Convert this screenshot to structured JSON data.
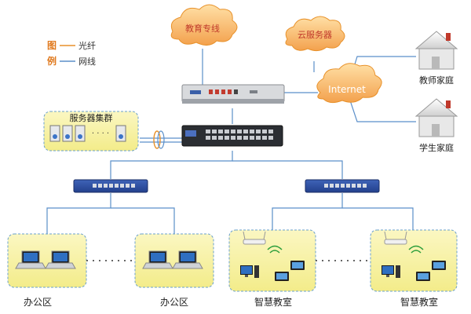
{
  "legend": {
    "title_top": "图",
    "title_bottom": "例",
    "fiber": "光纤",
    "cable": "网线"
  },
  "clouds": {
    "education": "教育专线",
    "cloud_server": "云服务器",
    "internet": "Internet"
  },
  "server_cluster": {
    "label": "服务器集群",
    "dots": "· · · ·"
  },
  "homes": {
    "teacher": "教师家庭",
    "student": "学生家庭"
  },
  "zones": [
    {
      "label": "办公区"
    },
    {
      "label": "办公区"
    },
    {
      "label": "智慧教室"
    },
    {
      "label": "智慧教室"
    }
  ],
  "colors": {
    "fiber_line": "#e8912a",
    "cable_line": "#5b8fc9",
    "cloud_text": "#c0392b",
    "legend_title": "#e07a1f",
    "zone_fill": "#f8f3a8",
    "zone_border": "#6aa0cc",
    "cluster_fill": "#f8f3a8"
  },
  "icons": {
    "router": "router-icon",
    "core_switch": "core-switch-icon",
    "access_switch": "access-switch-icon",
    "server": "server-icon",
    "house": "house-icon",
    "laptop": "laptop-icon",
    "wifi_ap": "wifi-ap-icon",
    "desktop": "desktop-icon",
    "tablet": "tablet-icon"
  }
}
